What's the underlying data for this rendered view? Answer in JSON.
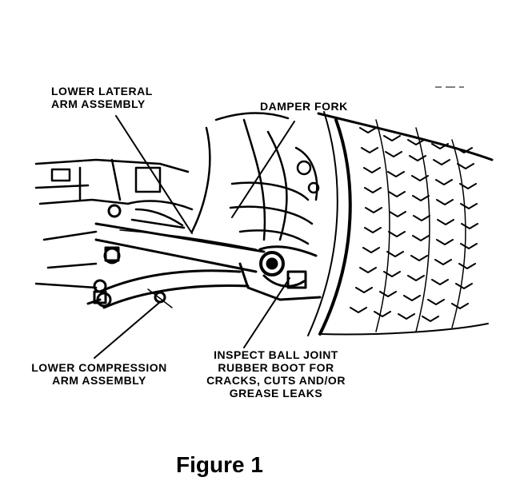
{
  "labels": {
    "lower_lateral_line1": "LOWER LATERAL",
    "lower_lateral_line2": "ARM ASSEMBLY",
    "damper_fork": "DAMPER FORK",
    "lower_compression_line1": "LOWER COMPRESSION",
    "lower_compression_line2": "ARM ASSEMBLY",
    "inspect_line1": "INSPECT BALL JOINT",
    "inspect_line2": "RUBBER BOOT FOR",
    "inspect_line3": "CRACKS, CUTS AND/OR",
    "inspect_line4": "GREASE LEAKS"
  },
  "caption": "Figure 1",
  "colors": {
    "ink": "#000000",
    "paper": "#ffffff"
  }
}
